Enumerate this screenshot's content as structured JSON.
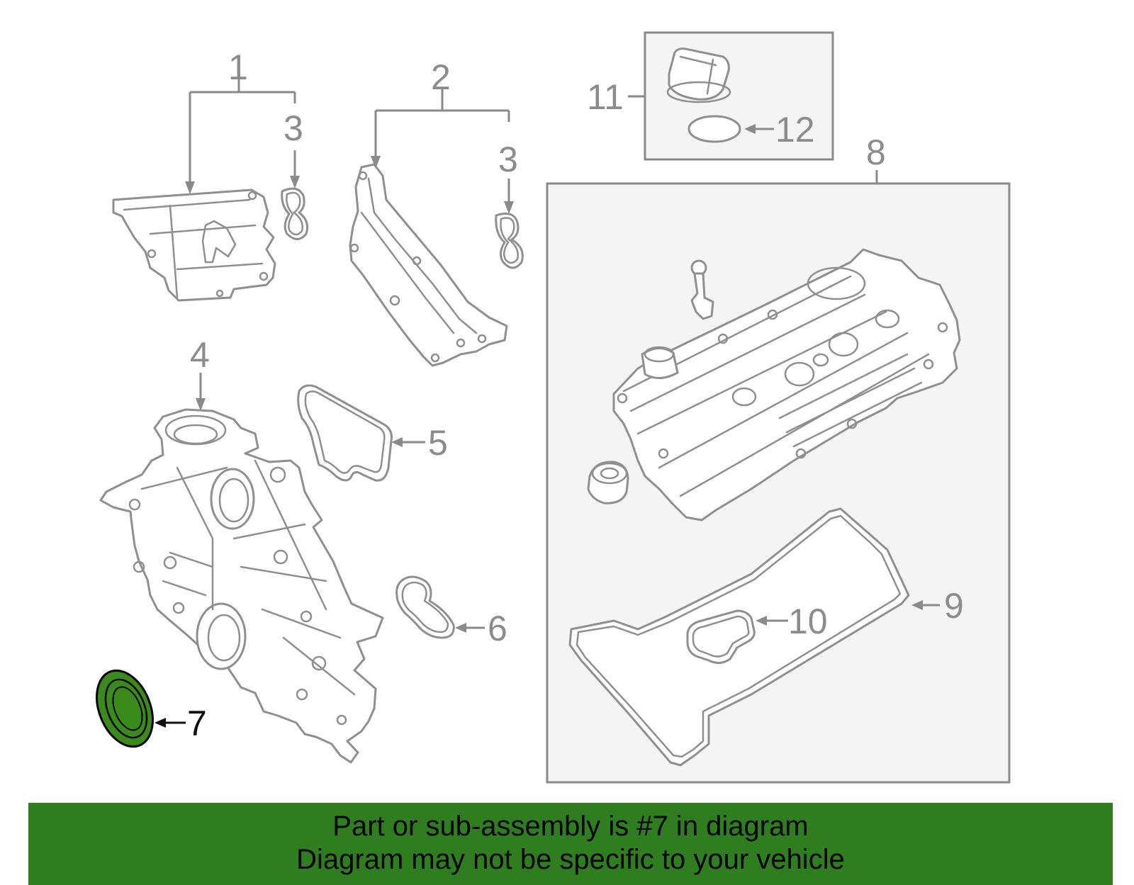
{
  "callouts": {
    "c1": "1",
    "c2": "2",
    "c3a": "3",
    "c3b": "3",
    "c4": "4",
    "c5": "5",
    "c6": "6",
    "c7": "7",
    "c8": "8",
    "c9": "9",
    "c10": "10",
    "c11": "11",
    "c12": "12"
  },
  "highlight": {
    "part_number": "7",
    "color": "#2e7d1f"
  },
  "banner": {
    "line1": "Part or sub-assembly is #7 in diagram",
    "line2": "Diagram may not be specific to your vehicle",
    "background": "#2e7d1f"
  }
}
